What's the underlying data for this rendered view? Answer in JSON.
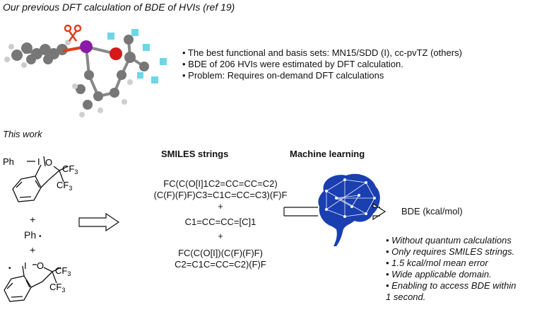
{
  "top_title": "Our previous DFT calculation of BDE of HVIs (ref 19)",
  "top_bullets": [
    "• The best functional and basis sets: MN15/SDD (I), cc-pvTZ (others)",
    "• BDE of 206 HVIs were estimated by DFT calculation.",
    "• Problem: Requires on-demand DFT calculations"
  ],
  "this_work": "This work",
  "mol1": {
    "ph": "Ph",
    "i": "I",
    "o": "O",
    "cf3_a": "CF",
    "cf3_b": "CF",
    "sub3": "3"
  },
  "plus_1": "+",
  "ph_radical": "Ph",
  "ph_dot": "•",
  "plus_2": "+",
  "mol2": {
    "dot": "•",
    "i": "I",
    "o": "O",
    "cf3_a": "CF",
    "cf3_b": "CF",
    "sub3": "3"
  },
  "smiles_heading": "SMILES strings",
  "smiles_lines": [
    "FC(C(O[I]1C2=CC=CC=C2)",
    "(C(F)(F)F)C3=C1C=CC=C3)(F)F",
    "+",
    "C1=CC=CC=[C]1",
    "+",
    "FC(C(O[I])(C(F)(F)F)",
    "C2=C1C=CC=C2)(F)F"
  ],
  "ml_heading": "Machine learning",
  "bde_label": "BDE (kcal/mol)",
  "bottom_bullets": [
    "• Without quantum calculations",
    "• Only requires SMILES strings.",
    "• 1.5 kcal/mol mean error",
    "• Wide applicable domain.",
    "• Enabling to access BDE within",
    "1 second."
  ],
  "colors": {
    "iodine": "#8a1aa8",
    "oxygen": "#d81818",
    "fluorine": "#6fd6e6",
    "carbon": "#7a7a7a",
    "hydrogen": "#d4d4d4",
    "brain": "#1a3fb0",
    "scissors": "#e0401a"
  }
}
